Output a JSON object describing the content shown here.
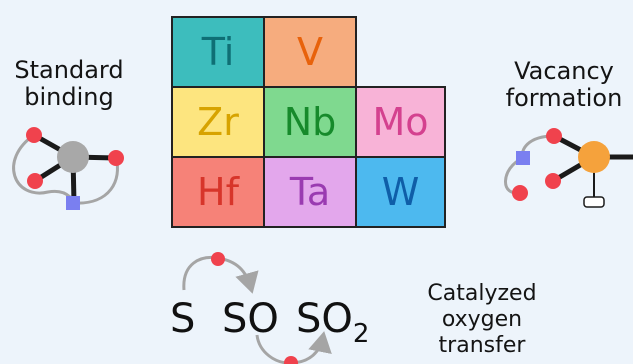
{
  "labels": {
    "standard_binding": [
      "Standard",
      "binding"
    ],
    "vacancy_formation": [
      "Vacancy",
      "formation"
    ],
    "catalyzed_transfer": [
      "Catalyzed",
      "oxygen",
      "transfer"
    ]
  },
  "periodic_table": [
    {
      "symbol": "Ti",
      "bg": "#3dbdbd",
      "fg": "#0f6f75"
    },
    {
      "symbol": "V",
      "bg": "#f6ac7e",
      "fg": "#e8620b"
    },
    {
      "symbol": "Zr",
      "bg": "#fde57f",
      "fg": "#d7a300"
    },
    {
      "symbol": "Nb",
      "bg": "#7fd98f",
      "fg": "#168a2b"
    },
    {
      "symbol": "Mo",
      "bg": "#f8b3d7",
      "fg": "#d4418f"
    },
    {
      "symbol": "Hf",
      "bg": "#f68278",
      "fg": "#d7352a"
    },
    {
      "symbol": "Ta",
      "bg": "#e3a7ec",
      "fg": "#9a3bb1"
    },
    {
      "symbol": "W",
      "bg": "#4db9ef",
      "fg": "#0f5ea8"
    }
  ],
  "species": {
    "s": "S",
    "so": "SO",
    "so2_base": "SO",
    "so2_sub": "2"
  },
  "colors": {
    "oxygen": "#f0424d",
    "metal_gray": "#a8a8a8",
    "metal_orange": "#f5a23c",
    "vacancy_square": "#7a7ff0",
    "arrow": "#a5a5a5",
    "bond": "#1a1a1a"
  }
}
